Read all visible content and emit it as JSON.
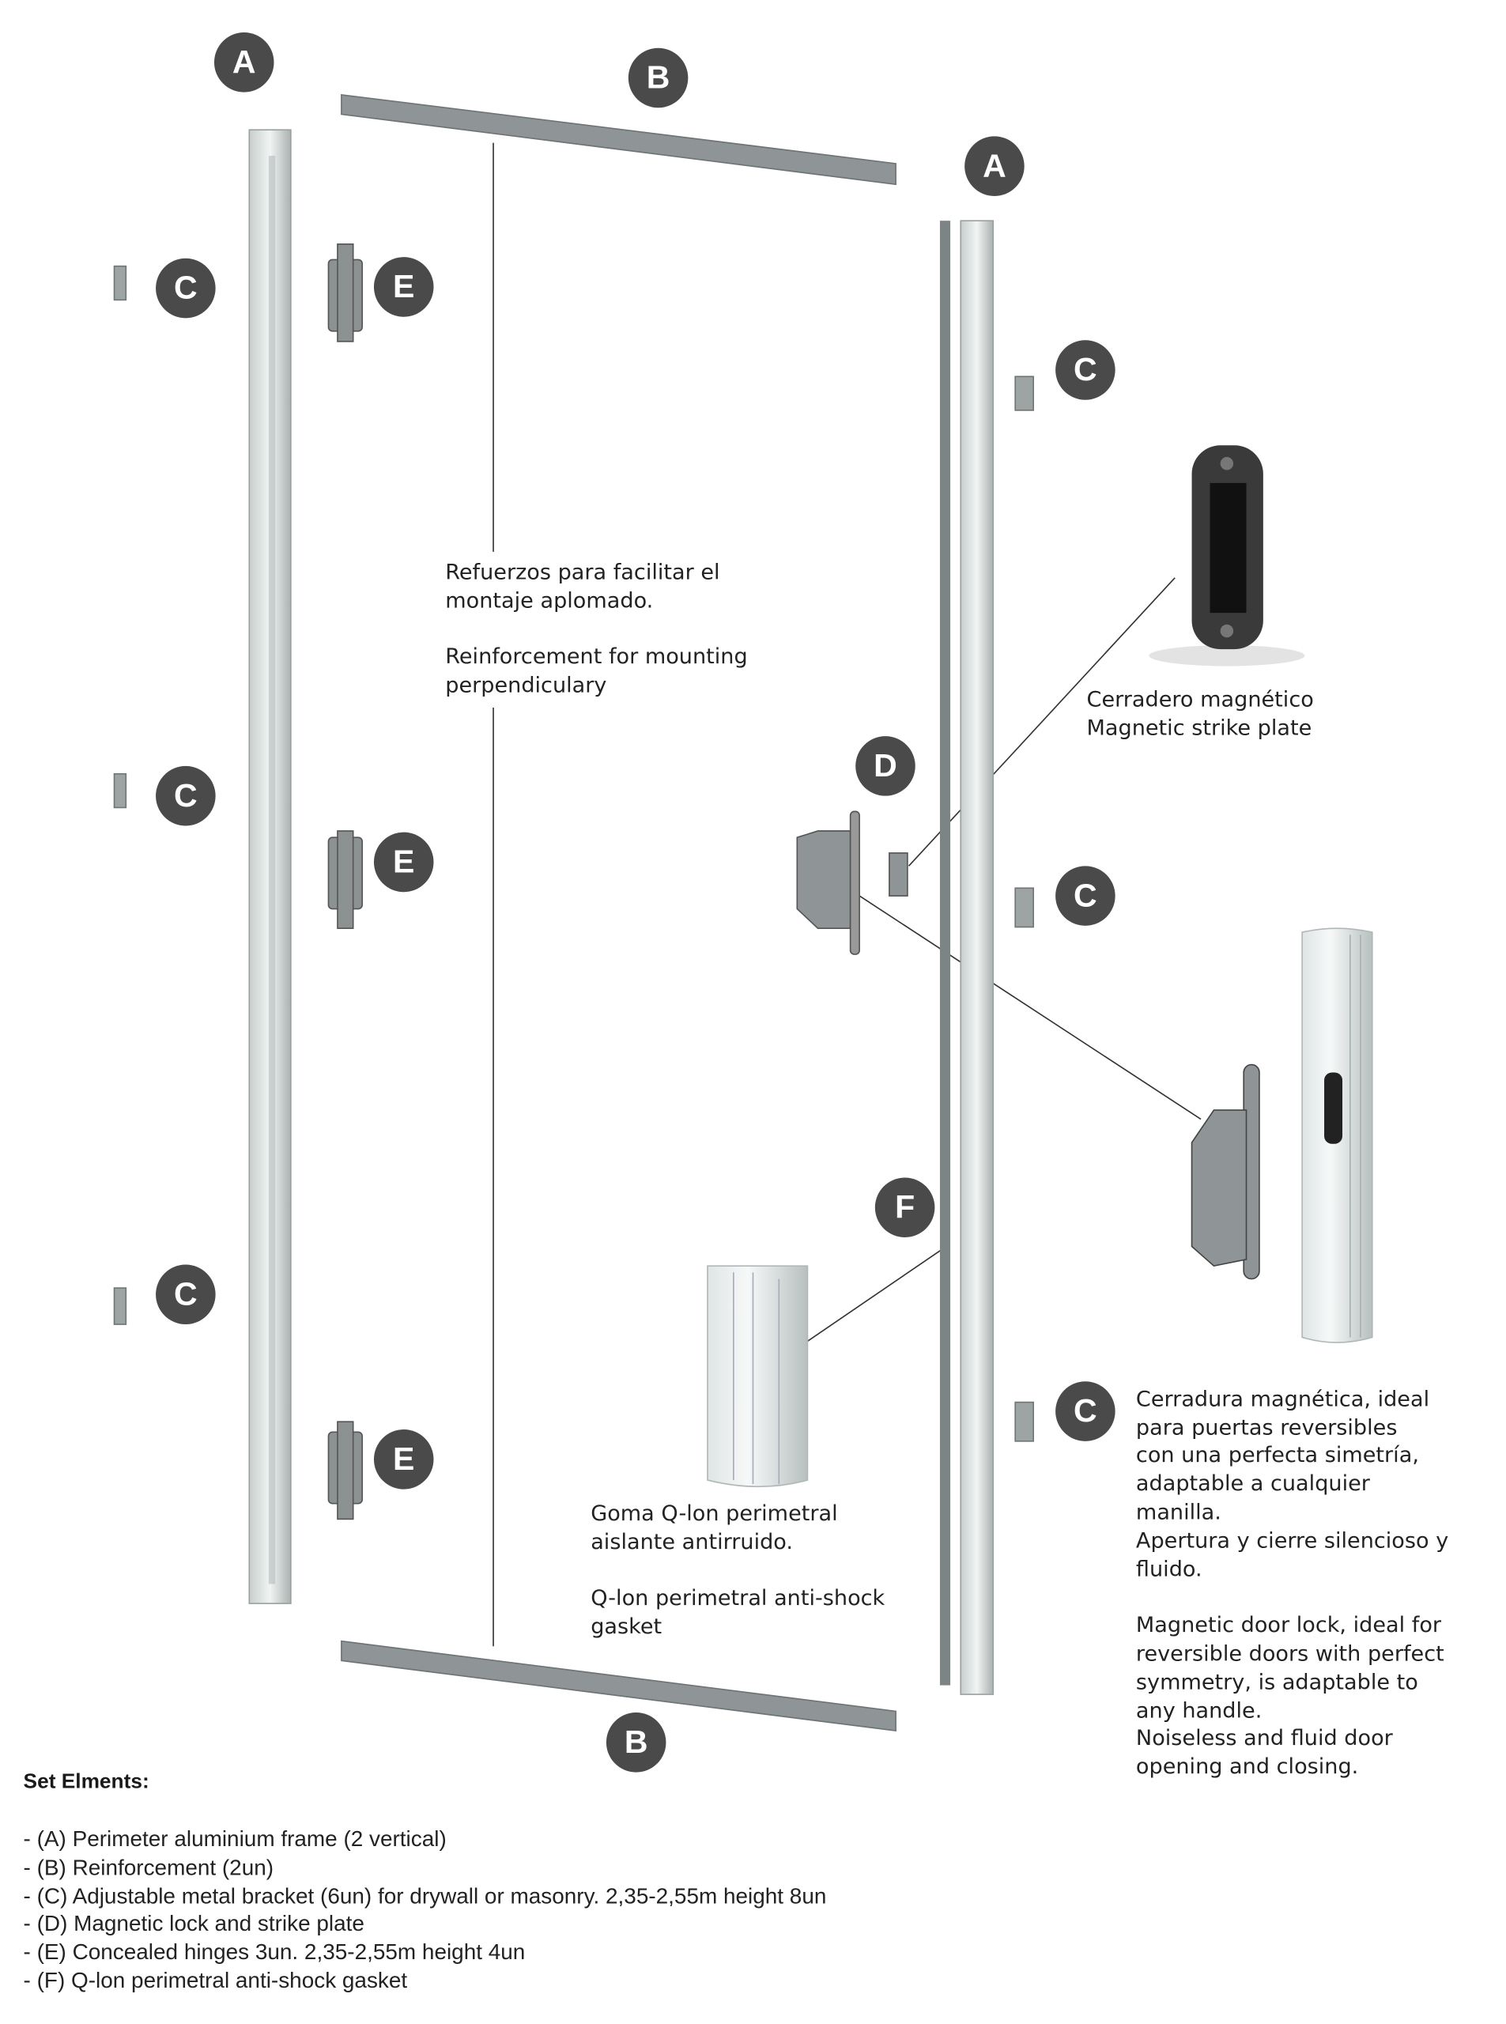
{
  "labels": {
    "a": "A",
    "b": "B",
    "c": "C",
    "d": "D",
    "e": "E",
    "f": "F"
  },
  "reinforcement_note": {
    "es_1": "Refuerzos para facilitar el",
    "es_2": "montaje aplomado.",
    "en_1": "Reinforcement for mounting",
    "en_2": "perpendiculary"
  },
  "strike_note": {
    "es": "Cerradero magnético",
    "en": "Magnetic strike plate"
  },
  "gasket_note": {
    "es_1": "Goma Q-lon perimetral",
    "es_2": "aislante antirruido.",
    "en_1": "Q-lon perimetral anti-shock",
    "en_2": "gasket"
  },
  "lock_note": {
    "lines": [
      "Cerradura magnética, ideal",
      "para puertas reversibles",
      "con una perfecta simetría,",
      "adaptable a cualquier",
      "manilla.",
      "Apertura y cierre silencioso y",
      "fluido.",
      "",
      "Magnetic door lock, ideal for",
      "reversible doors with perfect",
      "symmetry, is adaptable to",
      "any handle.",
      "Noiseless and fluid door",
      "opening and closing."
    ]
  },
  "set_elements": {
    "title": "Set Elments:",
    "items": [
      "- (A) Perimeter aluminium  frame (2 vertical)",
      "- (B) Reinforcement (2un)",
      "- (C) Adjustable metal bracket (6un) for drywall or masonry. 2,35-2,55m height 8un",
      "- (D) Magnetic lock and strike plate",
      "- (E) Concealed hinges 3un. 2,35-2,55m height 4un",
      "- (F) Q-lon perimetral anti-shock gasket"
    ]
  },
  "colors": {
    "badge": "#4a4a4a",
    "metal": "#8a8f91",
    "rail": "#d9dedd"
  }
}
